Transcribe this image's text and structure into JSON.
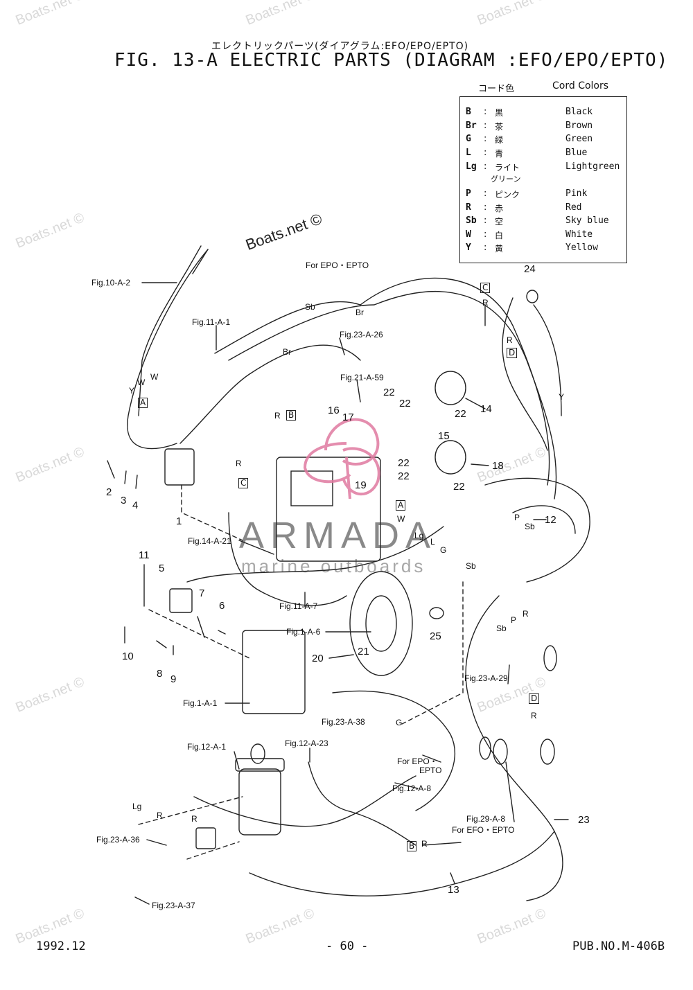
{
  "header": {
    "jp_title": "エレクトリックパーツ(ダイアグラム:EFO/EPO/EPTO)",
    "title": "FIG. 13-A ELECTRIC PARTS (DIAGRAM :EFO/EPO/EPTO)"
  },
  "cord_colors": {
    "heading_jp": "コード色",
    "heading": "Cord Colors",
    "rows": [
      {
        "code": "B",
        "jp": "黒",
        "en": "Black"
      },
      {
        "code": "Br",
        "jp": "茶",
        "en": "Brown"
      },
      {
        "code": "G",
        "jp": "緑",
        "en": "Green"
      },
      {
        "code": "L",
        "jp": "青",
        "en": "Blue"
      },
      {
        "code": "Lg",
        "jp": "ライト",
        "jp2": "グリーン",
        "en": "Lightgreen"
      },
      {
        "code": "P",
        "jp": "ピンク",
        "en": "Pink"
      },
      {
        "code": "R",
        "jp": "赤",
        "en": "Red"
      },
      {
        "code": "Sb",
        "jp": "空",
        "en": "Sky blue"
      },
      {
        "code": "W",
        "jp": "白",
        "en": "White"
      },
      {
        "code": "Y",
        "jp": "黄",
        "en": "Yellow"
      }
    ]
  },
  "labels": {
    "fig10a2": "Fig.10-A-2",
    "for_epo_epto_top": "For EPO・EPTO",
    "fig11a1": "Fig.11-A-1",
    "fig23a26": "Fig.23-A-26",
    "fig21a59": "Fig.21-A-59",
    "fig14a21": "Fig.14-A-21",
    "fig11a7": "Fig.11-A-7",
    "fig1a6": "Fig.1-A-6",
    "fig1a1": "Fig.1-A-1",
    "fig23a38": "Fig.23-A-38",
    "fig12a1": "Fig.12-A-1",
    "fig12a23": "Fig.12-A-23",
    "for_epo_epto_mid_1": "For EPO・",
    "for_epo_epto_mid_2": "EPTO",
    "fig12a8": "Fig.12-A-8",
    "fig23a36": "Fig.23-A-36",
    "fig23a37": "Fig.23-A-37",
    "fig23a29": "Fig.23-A-29",
    "fig29a8": "Fig.29-A-8",
    "for_efo_epto": "For EFO・EPTO"
  },
  "part_numbers": [
    "1",
    "2",
    "3",
    "4",
    "5",
    "6",
    "7",
    "8",
    "9",
    "10",
    "11",
    "12",
    "13",
    "14",
    "15",
    "16",
    "17",
    "18",
    "19",
    "20",
    "21",
    "22",
    "23",
    "24",
    "25"
  ],
  "wire_tags": {
    "sb": "Sb",
    "br": "Br",
    "r": "R",
    "w": "W",
    "y": "Y",
    "g": "G",
    "lg": "Lg",
    "p": "P"
  },
  "connector_letters": {
    "a": "A",
    "b": "B",
    "c": "C",
    "d": "D"
  },
  "watermarks": {
    "boats": "Boats.net ©",
    "armada": "ARMADA",
    "armada_sub": "marine outboards"
  },
  "footer": {
    "date": "1992.12",
    "page": "- 60 -",
    "pub": "PUB.NO.M-406B"
  }
}
